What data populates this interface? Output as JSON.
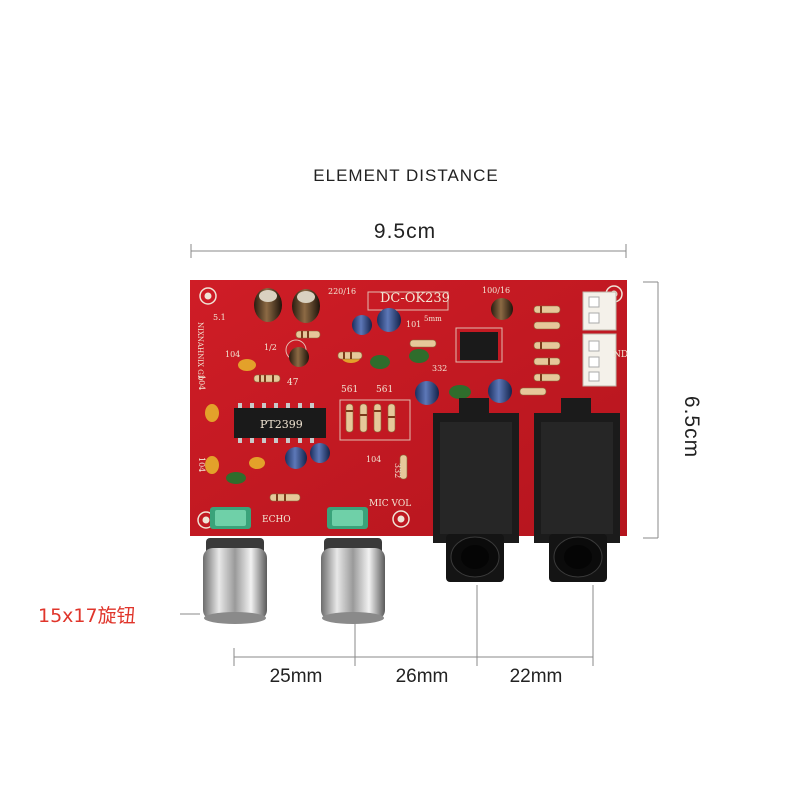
{
  "header": {
    "title": "ELEMENT DISTANCE"
  },
  "dimensions": {
    "board_width": "9.5cm",
    "board_height": "6.5cm",
    "spacing": [
      "25mm",
      "26mm",
      "22mm"
    ]
  },
  "annotation": {
    "knob_size": "15x17旋钮"
  },
  "board": {
    "model": "DC-OK239",
    "chip": "PT2399",
    "silkscreen": {
      "echo": "ECHO",
      "mic_vol": "MIC VOL",
      "c1": "220/16",
      "c2": "100/16",
      "r47": "47",
      "r561a": "561",
      "r561b": "561",
      "r332a": "332",
      "r332b": "332",
      "r101": "101",
      "r104a": "104",
      "r104b": "104",
      "r104c": "104",
      "r104d": "104",
      "r51": "5.1",
      "half": "1/2",
      "five_mm": "5mm",
      "gnd": "ND",
      "vertical": "NIXNAHNIX GD"
    }
  },
  "colors": {
    "pcb": "#c41a22",
    "annotation_red": "#e0352b",
    "jack": "#1b1b1b",
    "knob_chrome": "#b9b9b9",
    "pot_green": "#3aa37a"
  }
}
